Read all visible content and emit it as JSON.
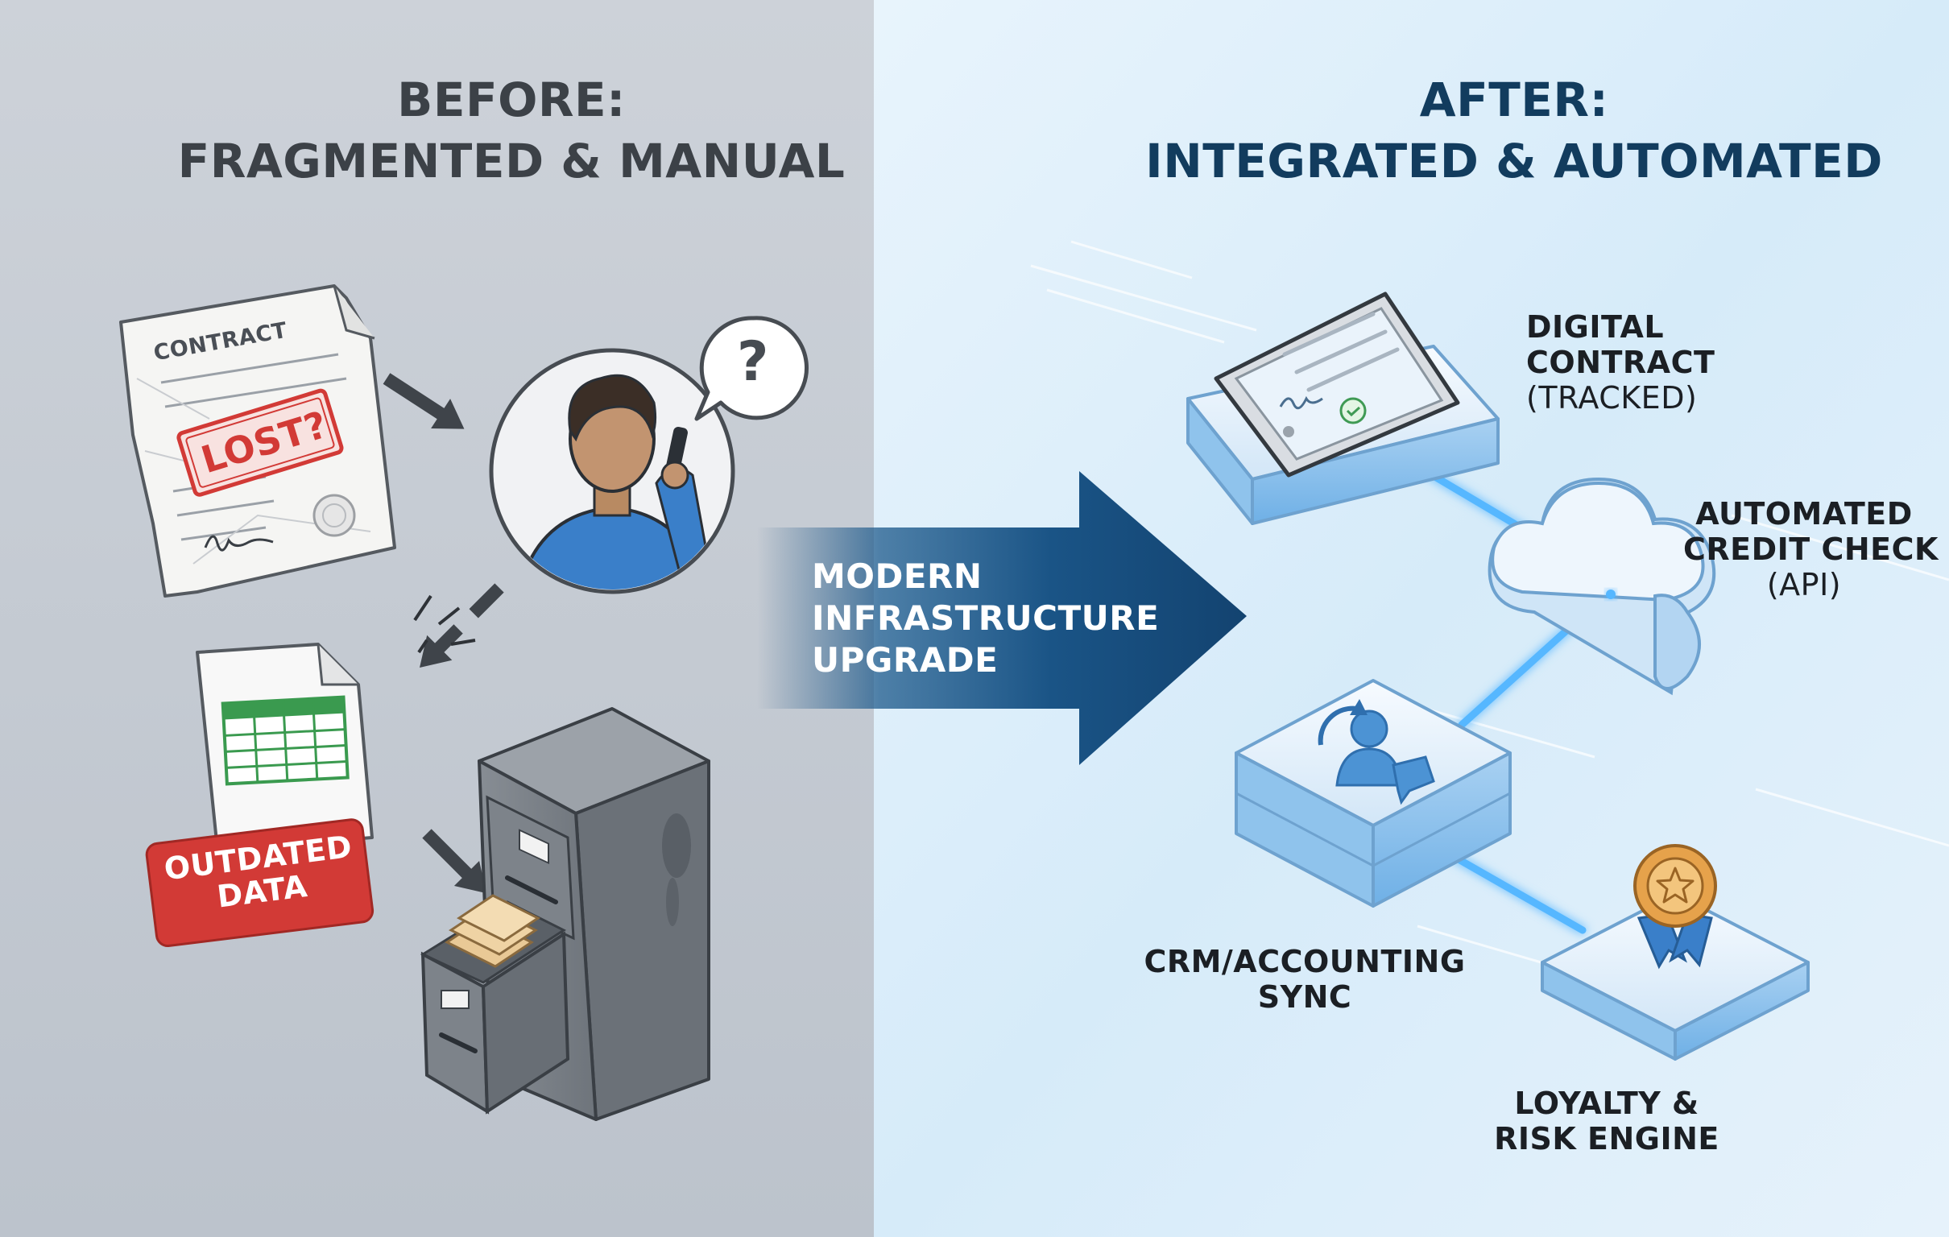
{
  "before": {
    "title_line1": "BEFORE:",
    "title_line2": "FRAGMENTED & MANUAL",
    "contract_label": "CONTRACT",
    "lost_stamp": "LOST?",
    "outdated_line1": "OUTDATED",
    "outdated_line2": "DATA",
    "question_mark": "?"
  },
  "transition": {
    "line1": "MODERN",
    "line2": "INFRASTRUCTURE",
    "line3": "UPGRADE"
  },
  "after": {
    "title_line1": "AFTER:",
    "title_line2": "INTEGRATED & AUTOMATED",
    "nodes": [
      {
        "line1": "DIGITAL",
        "line2": "CONTRACT",
        "line3": "(TRACKED)"
      },
      {
        "line1": "AUTOMATED",
        "line2": "CREDIT CHECK",
        "line3": "(API)"
      },
      {
        "line1": "CRM/ACCOUNTING",
        "line2": "SYNC"
      },
      {
        "line1": "LOYALTY &",
        "line2": "RISK ENGINE"
      }
    ]
  },
  "colors": {
    "before_bg": "#c3c9d1",
    "after_bg": "#dcedf9",
    "stamp_red": "#d23a36",
    "person_blue": "#3a7fc9",
    "arrow_dark": "#174f7f",
    "glow_blue": "#56b7ff",
    "badge_gold": "#e6a24b"
  }
}
